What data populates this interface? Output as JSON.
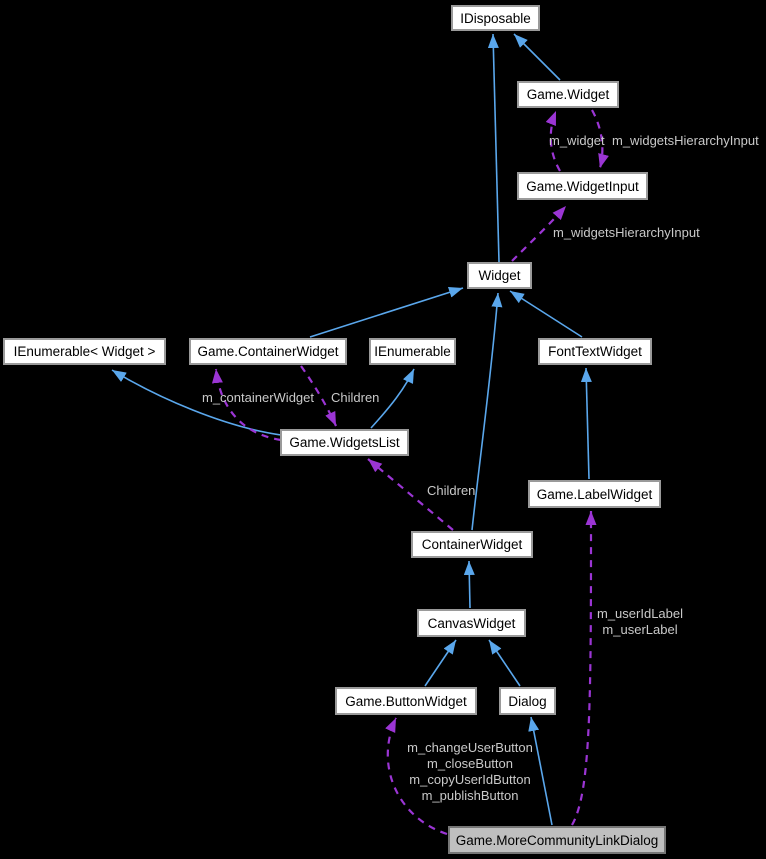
{
  "diagram": {
    "type": "collaboration-class-diagram",
    "background_color": "#000000",
    "colors": {
      "inheritance_edge": "#5aa7ec",
      "usage_edge": "#9b35d4",
      "edge_label_text": "#c9c9c9",
      "node_fill": "#ffffff",
      "node_border": "#9a9a9a",
      "node_text": "#000000",
      "highlighted_node_fill": "#bfbfbf",
      "highlighted_node_border": "#767676"
    },
    "nodes": [
      {
        "label": "IDisposable"
      },
      {
        "label": "Game.Widget"
      },
      {
        "label": "Game.WidgetInput"
      },
      {
        "label": "Widget"
      },
      {
        "label": "IEnumerable< Widget >"
      },
      {
        "label": "Game.ContainerWidget"
      },
      {
        "label": "IEnumerable"
      },
      {
        "label": "FontTextWidget"
      },
      {
        "label": "Game.WidgetsList"
      },
      {
        "label": "Game.LabelWidget"
      },
      {
        "label": "ContainerWidget"
      },
      {
        "label": "CanvasWidget"
      },
      {
        "label": "Game.ButtonWidget"
      },
      {
        "label": "Dialog"
      },
      {
        "label": "Game.MoreCommunityLinkDialog",
        "highlighted": true
      }
    ],
    "edges": {
      "inheritance": [
        {
          "from": "Game.Widget",
          "to": "IDisposable"
        },
        {
          "from": "Widget",
          "to": "IDisposable"
        },
        {
          "from": "Game.ContainerWidget",
          "to": "Widget"
        },
        {
          "from": "ContainerWidget",
          "to": "Widget"
        },
        {
          "from": "FontTextWidget",
          "to": "Widget"
        },
        {
          "from": "Game.WidgetsList",
          "to": "IEnumerable< Widget >"
        },
        {
          "from": "Game.WidgetsList",
          "to": "IEnumerable"
        },
        {
          "from": "Game.LabelWidget",
          "to": "FontTextWidget"
        },
        {
          "from": "CanvasWidget",
          "to": "ContainerWidget"
        },
        {
          "from": "Game.ButtonWidget",
          "to": "CanvasWidget"
        },
        {
          "from": "Dialog",
          "to": "CanvasWidget"
        },
        {
          "from": "Game.MoreCommunityLinkDialog",
          "to": "Dialog"
        }
      ],
      "usage": [
        {
          "from": "Game.WidgetInput",
          "to": "Game.Widget",
          "label": "m_widget"
        },
        {
          "from": "Game.Widget",
          "to": "Game.WidgetInput",
          "label": "m_widgetsHierarchyInput"
        },
        {
          "from": "Widget",
          "to": "Game.WidgetInput",
          "label": "m_widgetsHierarchyInput"
        },
        {
          "from": "Game.WidgetsList",
          "to": "Game.ContainerWidget",
          "label": "m_containerWidget"
        },
        {
          "from": "Game.ContainerWidget",
          "to": "Game.WidgetsList",
          "label": "Children"
        },
        {
          "from": "ContainerWidget",
          "to": "Game.WidgetsList",
          "label": "Children"
        },
        {
          "from": "Game.MoreCommunityLinkDialog",
          "to": "Game.ButtonWidget",
          "label": "m_changeUserButton m_closeButton m_copyUserIdButton m_publishButton"
        },
        {
          "from": "Game.MoreCommunityLinkDialog",
          "to": "Game.LabelWidget",
          "label": "m_userIdLabel m_userLabel"
        }
      ]
    },
    "edge_labels": [
      {
        "text": "m_widget"
      },
      {
        "text": "m_widgetsHierarchyInput"
      },
      {
        "text": "m_widgetsHierarchyInput"
      },
      {
        "text": "m_containerWidget"
      },
      {
        "text": "Children"
      },
      {
        "text": "Children"
      },
      {
        "text": "m_userIdLabel"
      },
      {
        "text": "m_userLabel"
      },
      {
        "text": "m_changeUserButton"
      },
      {
        "text": "m_closeButton"
      },
      {
        "text": "m_copyUserIdButton"
      },
      {
        "text": "m_publishButton"
      }
    ]
  }
}
